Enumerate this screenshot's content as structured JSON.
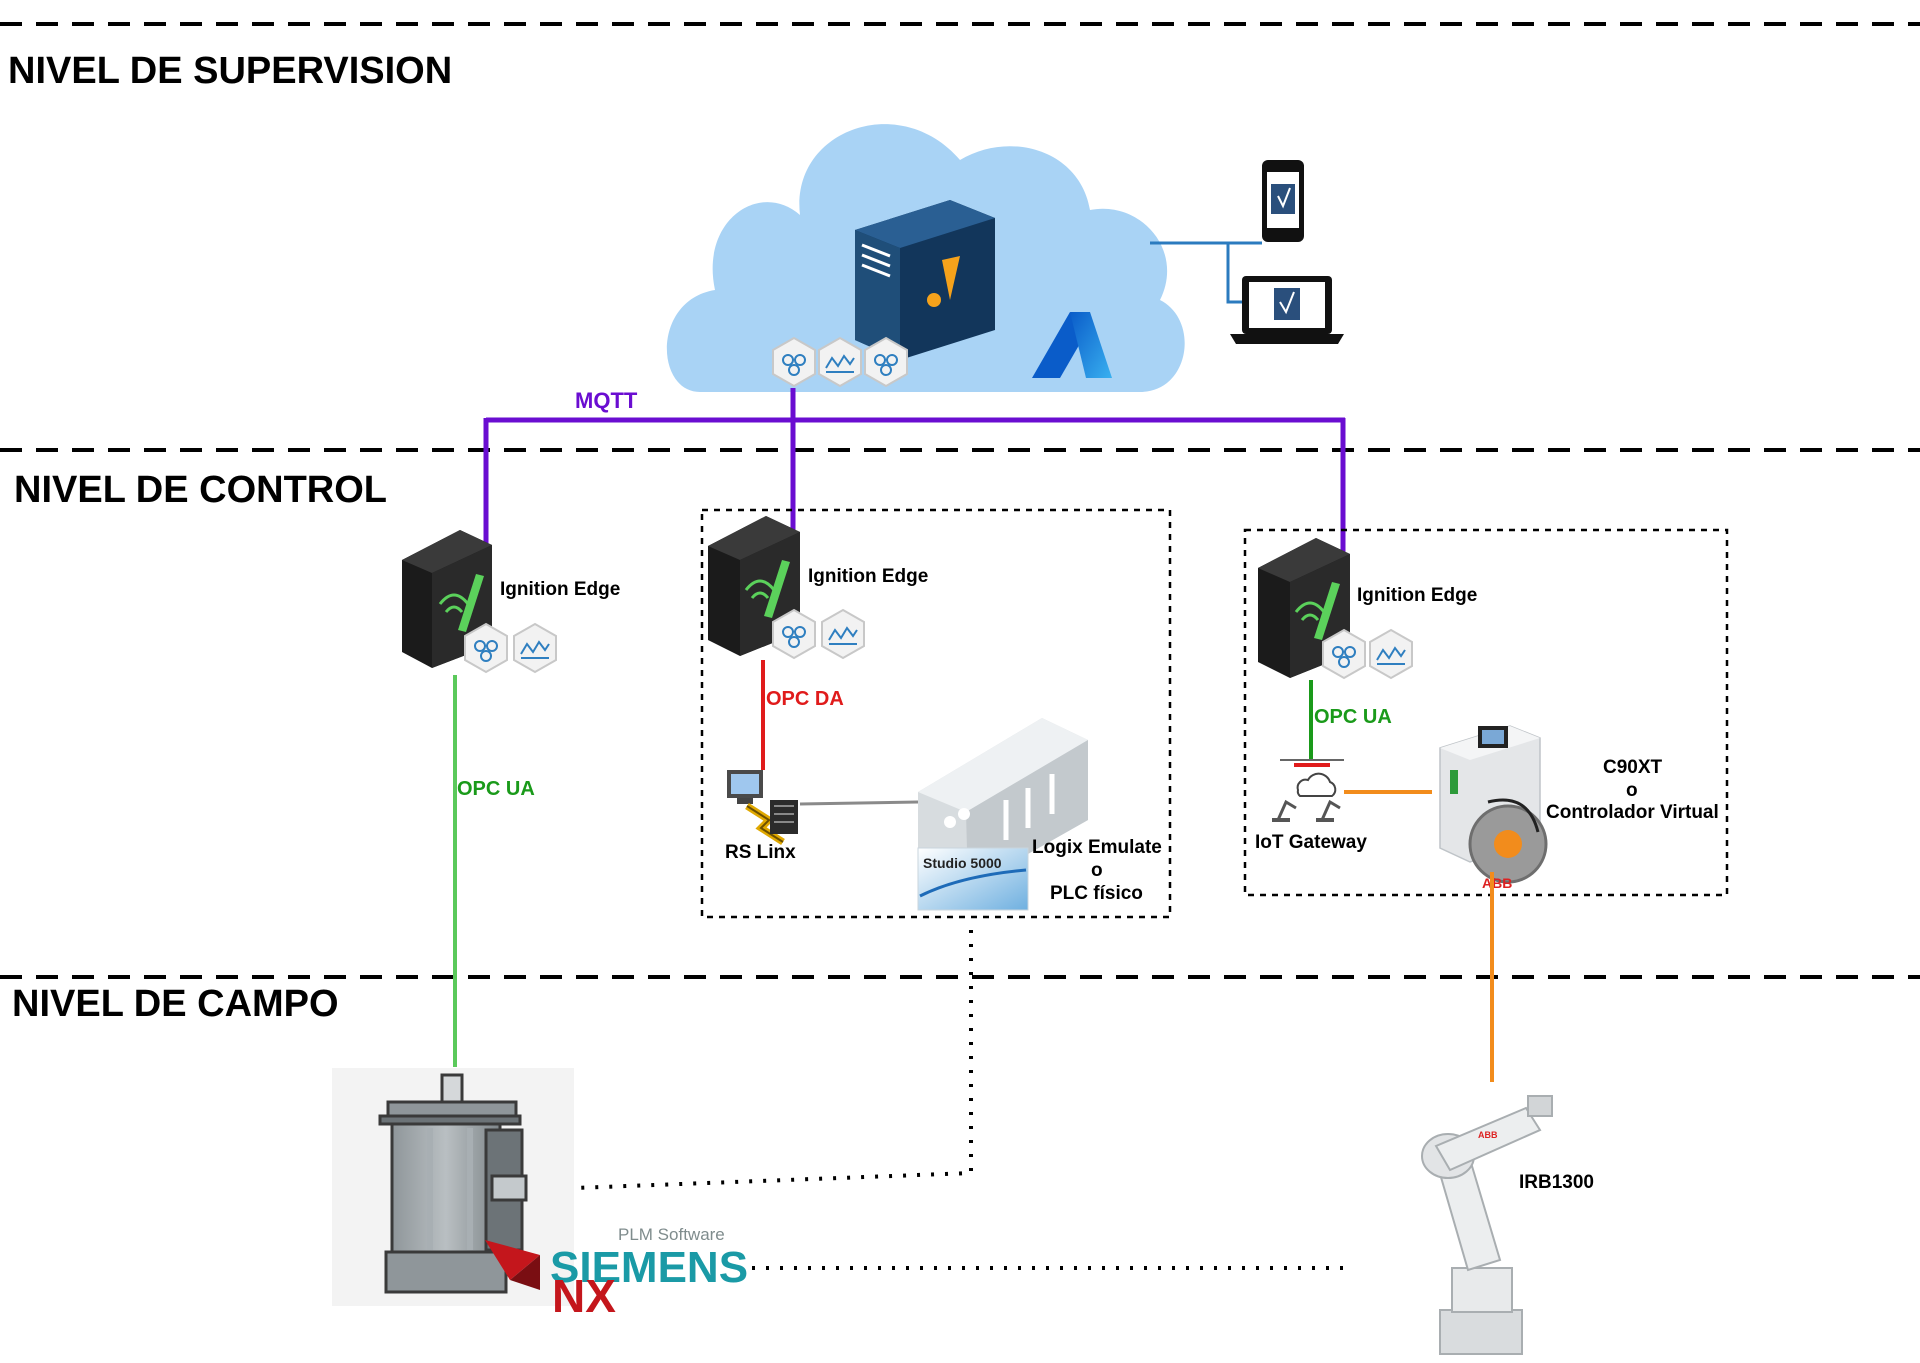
{
  "levels": {
    "supervision": "NIVEL DE SUPERVISION",
    "control": "NIVEL DE CONTROL",
    "campo": "NIVEL DE CAMPO"
  },
  "protocols": {
    "mqtt": "MQTT",
    "opc_ua_left": "OPC UA",
    "opc_da": "OPC DA",
    "opc_ua_right": "OPC UA"
  },
  "nodes": {
    "edge_left": "Ignition Edge",
    "edge_center": "Ignition Edge",
    "edge_right": "Ignition Edge",
    "rs_linx": "RS Linx",
    "logix_line1": "Logix Emulate",
    "logix_line2": "o",
    "logix_line3": "PLC físico",
    "studio_brand": "Studio 5000",
    "iot_gateway": "IoT Gateway",
    "controller_line1": "C90XT",
    "controller_line2": "o",
    "controller_line3": "Controlador Virtual",
    "abb_brand": "ABB",
    "robot": "IRB1300",
    "plm_software": "PLM Software",
    "siemens": "SIEMENS",
    "nx": "NX"
  },
  "icons": {
    "cloud": "cloud-icon",
    "server": "ignition-server-icon",
    "azure": "azure-logo-icon",
    "phone": "smartphone-icon",
    "laptop": "laptop-icon",
    "edge_device": "ignition-edge-device-icon",
    "module": "module-hexagon-icon",
    "rslinx": "rslinx-icon",
    "plc": "plc-rack-icon",
    "gateway": "iot-gateway-icon",
    "controller": "robot-controller-icon",
    "motor": "motor-icon",
    "robot_arm": "robot-arm-icon"
  },
  "colors": {
    "mqtt": "#6a0dd1",
    "opc_ua": "#5bc95b",
    "opc_ua_dark": "#1a9a1a",
    "opc_da": "#e01b1b",
    "robot_link": "#f28c1c",
    "cloud": "#a9d3f5",
    "server": "#1f4e79"
  }
}
